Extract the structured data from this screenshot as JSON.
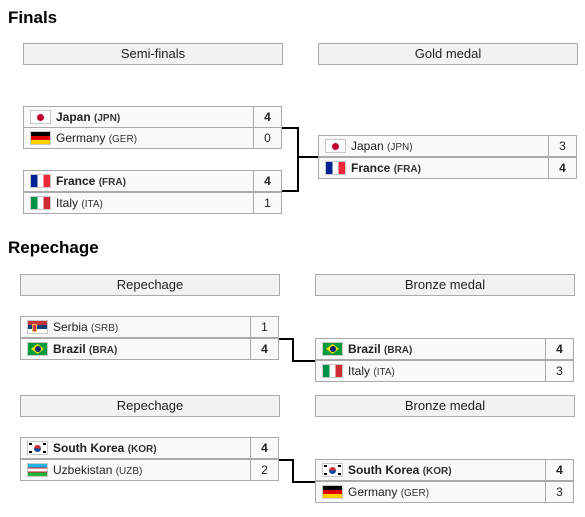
{
  "finals": {
    "title": "Finals",
    "semifinals_header": "Semi-finals",
    "gold_header": "Gold medal",
    "semi1": [
      {
        "team": "Japan",
        "code": "(JPN)",
        "score": "4",
        "flag": "flag-japan-icon"
      },
      {
        "team": "Germany",
        "code": "(GER)",
        "score": "0",
        "flag": "flag-germany-icon"
      }
    ],
    "semi2": [
      {
        "team": "France",
        "code": "(FRA)",
        "score": "4",
        "flag": "flag-france-icon"
      },
      {
        "team": "Italy",
        "code": "(ITA)",
        "score": "1",
        "flag": "flag-italy-icon"
      }
    ],
    "gold": [
      {
        "team": "Japan",
        "code": "(JPN)",
        "score": "3",
        "flag": "flag-japan-icon"
      },
      {
        "team": "France",
        "code": "(FRA)",
        "score": "4",
        "flag": "flag-france-icon"
      }
    ]
  },
  "repechage": {
    "title": "Repechage",
    "bracket1": {
      "repechage_header": "Repechage",
      "bronze_header": "Bronze medal",
      "match": [
        {
          "team": "Serbia",
          "code": "(SRB)",
          "score": "1",
          "flag": "flag-serbia-icon"
        },
        {
          "team": "Brazil",
          "code": "(BRA)",
          "score": "4",
          "flag": "flag-brazil-icon"
        }
      ],
      "bronze": [
        {
          "team": "Brazil",
          "code": "(BRA)",
          "score": "4",
          "flag": "flag-brazil-icon"
        },
        {
          "team": "Italy",
          "code": "(ITA)",
          "score": "3",
          "flag": "flag-italy-icon"
        }
      ]
    },
    "bracket2": {
      "repechage_header": "Repechage",
      "bronze_header": "Bronze medal",
      "match": [
        {
          "team": "South Korea",
          "code": "(KOR)",
          "score": "4",
          "flag": "flag-south-korea-icon"
        },
        {
          "team": "Uzbekistan",
          "code": "(UZB)",
          "score": "2",
          "flag": "flag-uzbekistan-icon"
        }
      ],
      "bronze": [
        {
          "team": "South Korea",
          "code": "(KOR)",
          "score": "4",
          "flag": "flag-south-korea-icon"
        },
        {
          "team": "Germany",
          "code": "(GER)",
          "score": "3",
          "flag": "flag-germany-icon"
        }
      ]
    }
  }
}
